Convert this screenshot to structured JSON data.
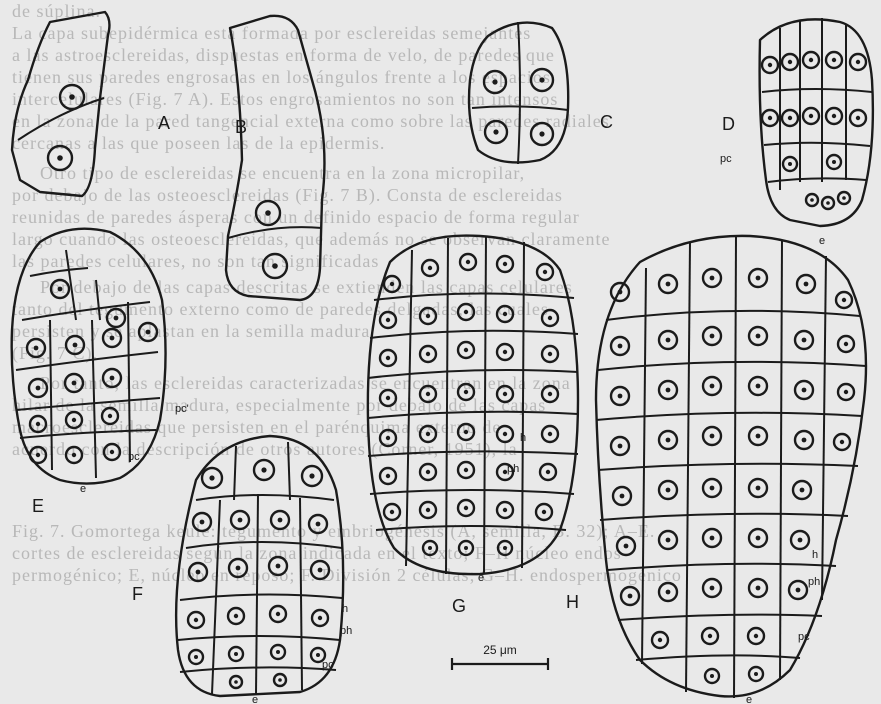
{
  "background_text": [
    "de súplina.",
    "La capa subepidérmica está formada por esclereidas semejantes",
    "a las astroesclereidas, dispuestas en forma de velo, de paredes que",
    "tienen sus paredes engrosadas en los ángulos frente a los espacios",
    "intercelulares (Fig. 7 A). Estos engrosamientos no son tan intensos",
    "en la zona de la pared tangencial externa como sobre las paredes radiales",
    "cercanas a las que poseen las de la epidermis.",
    "Otro tipo de esclereidas se encuentra en la zona micropilar,",
    "por debajo de las osteoesclereidas (Fig. 7 B). Consta de esclereidas",
    "reunidas de paredes ásperas con un definido espacio de forma regular",
    "largo cuando las osteoesclereidas, que además no se observan claramente",
    "las paredes celulares, no son tan significadas",
    "Por debajo de las capas descritas se extienden las capas celulares",
    "tanto del tegumento externo como de paredes delgadas, las cuales",
    "persisten y se aplastan en la semilla madura",
    "(Fig. 7 C).",
    "Por tanto, las esclereidas caracterizadas se encuentran en la zona",
    "hilar de la semilla madura, especialmente por debajo de las capas",
    "macroesclereidas que persisten en el parénquima externo de",
    "acuerdo con la descripción de otros autores (Corner, 1951), la",
    "",
    "",
    "Fig. 7. Gomortega keule: tegumento y embriogénesis (A, semilla, B. 32); A–E.",
    "cortes de esclereidas según la zona indicada en el texto; F–H núcleo endos-",
    "permogénico; E, núcleo en reposo; F. División 2 células; G–H. endospermogénico"
  ],
  "labels": {
    "A": "A",
    "B": "B",
    "C": "C",
    "D": "D",
    "E": "E",
    "F": "F",
    "G": "G",
    "H": "H",
    "pc": "pc",
    "pc_prime": "pc'",
    "e": "e",
    "h": "h",
    "ph": "ph"
  },
  "scale_bar": {
    "label": "25 μm",
    "length_um": 25
  }
}
